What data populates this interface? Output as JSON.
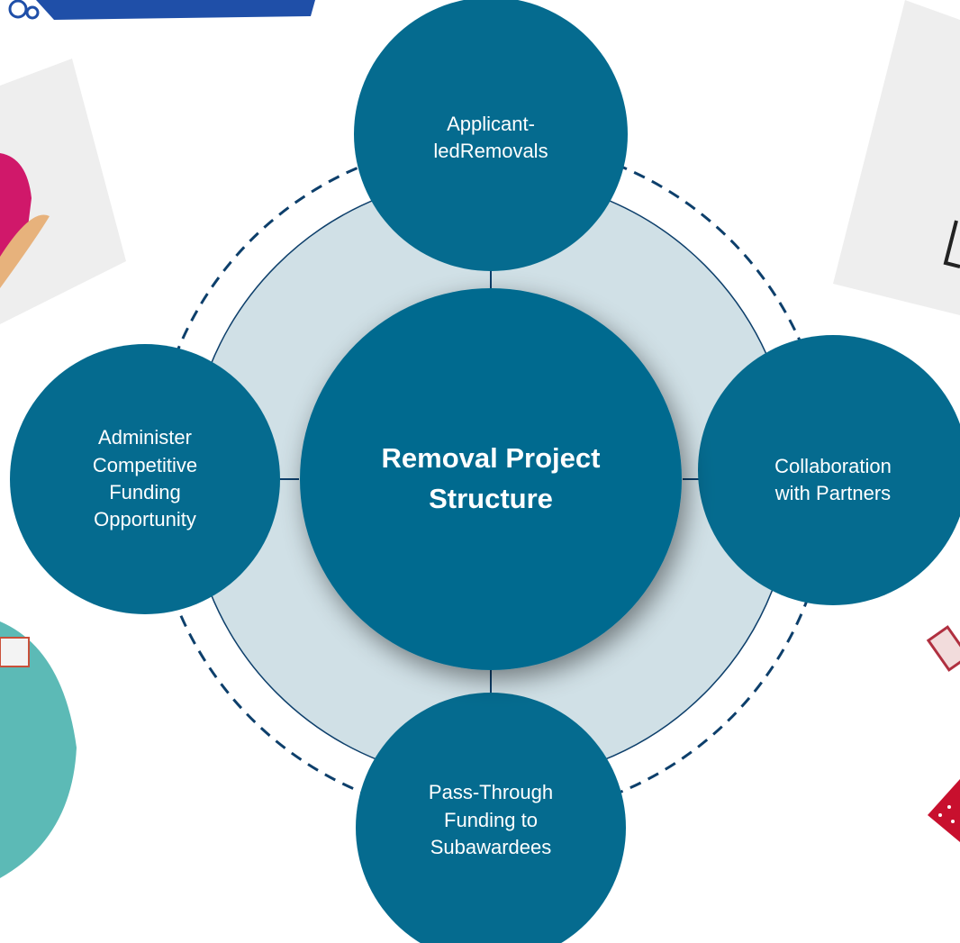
{
  "diagram": {
    "center": {
      "label": "Removal Project\nStructure"
    },
    "nodes": {
      "top": {
        "label": "Applicant-\nledRemovals"
      },
      "left": {
        "label": "Administer\nCompetitive\nFunding\nOpportunity"
      },
      "right": {
        "label": "Collaboration\nwith Partners"
      },
      "bottom": {
        "label": "Pass-Through\nFunding to\nSubawardees"
      }
    },
    "colors": {
      "node_fill": "#056b8f",
      "ring_fill": "#d0e0e6",
      "ring_stroke": "#0d3f6b",
      "dashed_stroke": "#0d3f6b"
    },
    "background_decorations": [
      "clipart-top-left-logo",
      "clipart-left-hand",
      "clipart-right-sign",
      "clipart-left-teal-shape",
      "clipart-right-red-items"
    ]
  }
}
